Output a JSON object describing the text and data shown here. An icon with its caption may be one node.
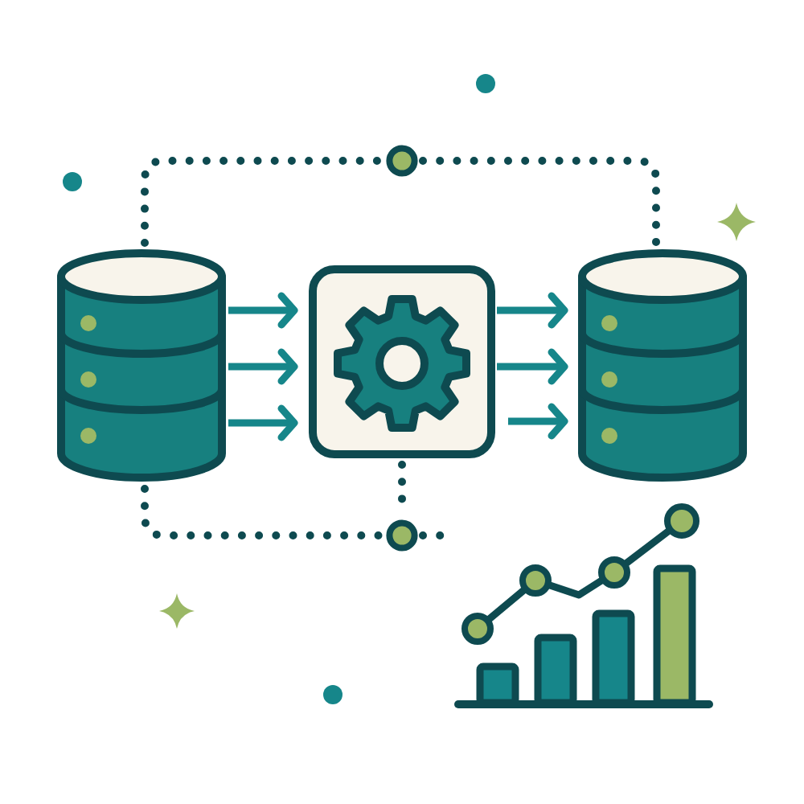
{
  "diagram": {
    "nodes": [
      {
        "text": [],
        "shape": "circle"
      },
      {
        "text": [],
        "shape": "cylinder"
      },
      {
        "text": [],
        "shape": "box"
      },
      {
        "text": [],
        "shape": "cylinder"
      },
      {
        "text": [],
        "shape": "circle"
      },
      {
        "text": [],
        "shape": "picture"
      }
    ],
    "edges": [
      {
        "from": 1,
        "to": 2,
        "arrow": "to"
      },
      {
        "from": 1,
        "to": 2,
        "arrow": "to"
      },
      {
        "from": 1,
        "to": 2,
        "arrow": "to"
      },
      {
        "from": 2,
        "to": 3,
        "arrow": "to"
      },
      {
        "from": 2,
        "to": 3,
        "arrow": "to"
      },
      {
        "from": 2,
        "to": 3,
        "arrow": "to"
      },
      {
        "from": 1,
        "to": 0,
        "arrow": "none",
        "style": "dashed",
        "color": "#0e4a50"
      },
      {
        "from": 0,
        "to": 3,
        "arrow": "none",
        "style": "dashed",
        "color": "#0e4a50"
      },
      {
        "from": 1,
        "to": 4,
        "arrow": "none",
        "style": "dashed",
        "color": "#0e4a50"
      },
      {
        "from": 2,
        "to": 4,
        "arrow": "none",
        "style": "dashed",
        "color": "#0e4a50"
      },
      {
        "from": 4,
        "to": 5,
        "arrow": "none",
        "style": "dashed",
        "color": "#0e4a50"
      }
    ]
  }
}
